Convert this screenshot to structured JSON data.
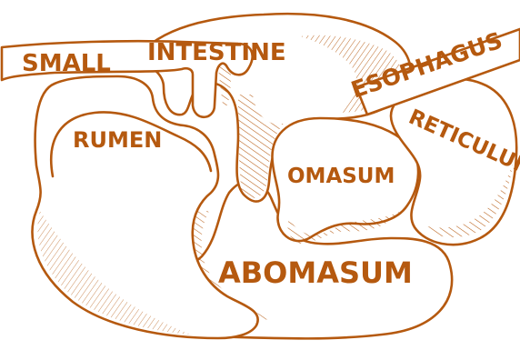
{
  "diagram": {
    "colors": {
      "ink": "#b5590f",
      "background": "#ffffff"
    },
    "labels": {
      "small": "SMALL",
      "intestine": "INTESTINE",
      "esophagus": "ESOPHAGUS",
      "reticulum": "RETICULUM",
      "rumen": "RUMEN",
      "omasum": "OMASUM",
      "abomasum": "ABOMASUM"
    }
  }
}
